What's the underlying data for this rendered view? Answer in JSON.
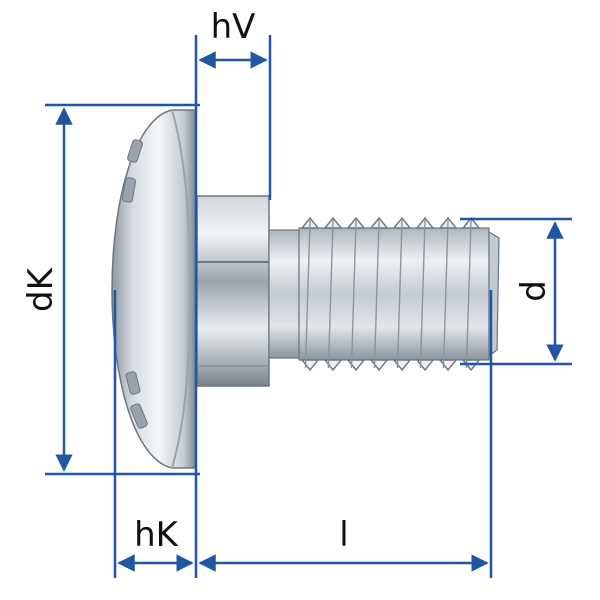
{
  "colors": {
    "dimension_line": "#1f57a5",
    "label_text": "#111111",
    "metal_light": "#f2f4f6",
    "metal_mid": "#b9c1c9",
    "metal_dark": "#6d7680",
    "background": "#ffffff"
  },
  "labels": {
    "hV": "hV",
    "dK": "dK",
    "d": "d",
    "hK": "hK",
    "l": "l"
  }
}
